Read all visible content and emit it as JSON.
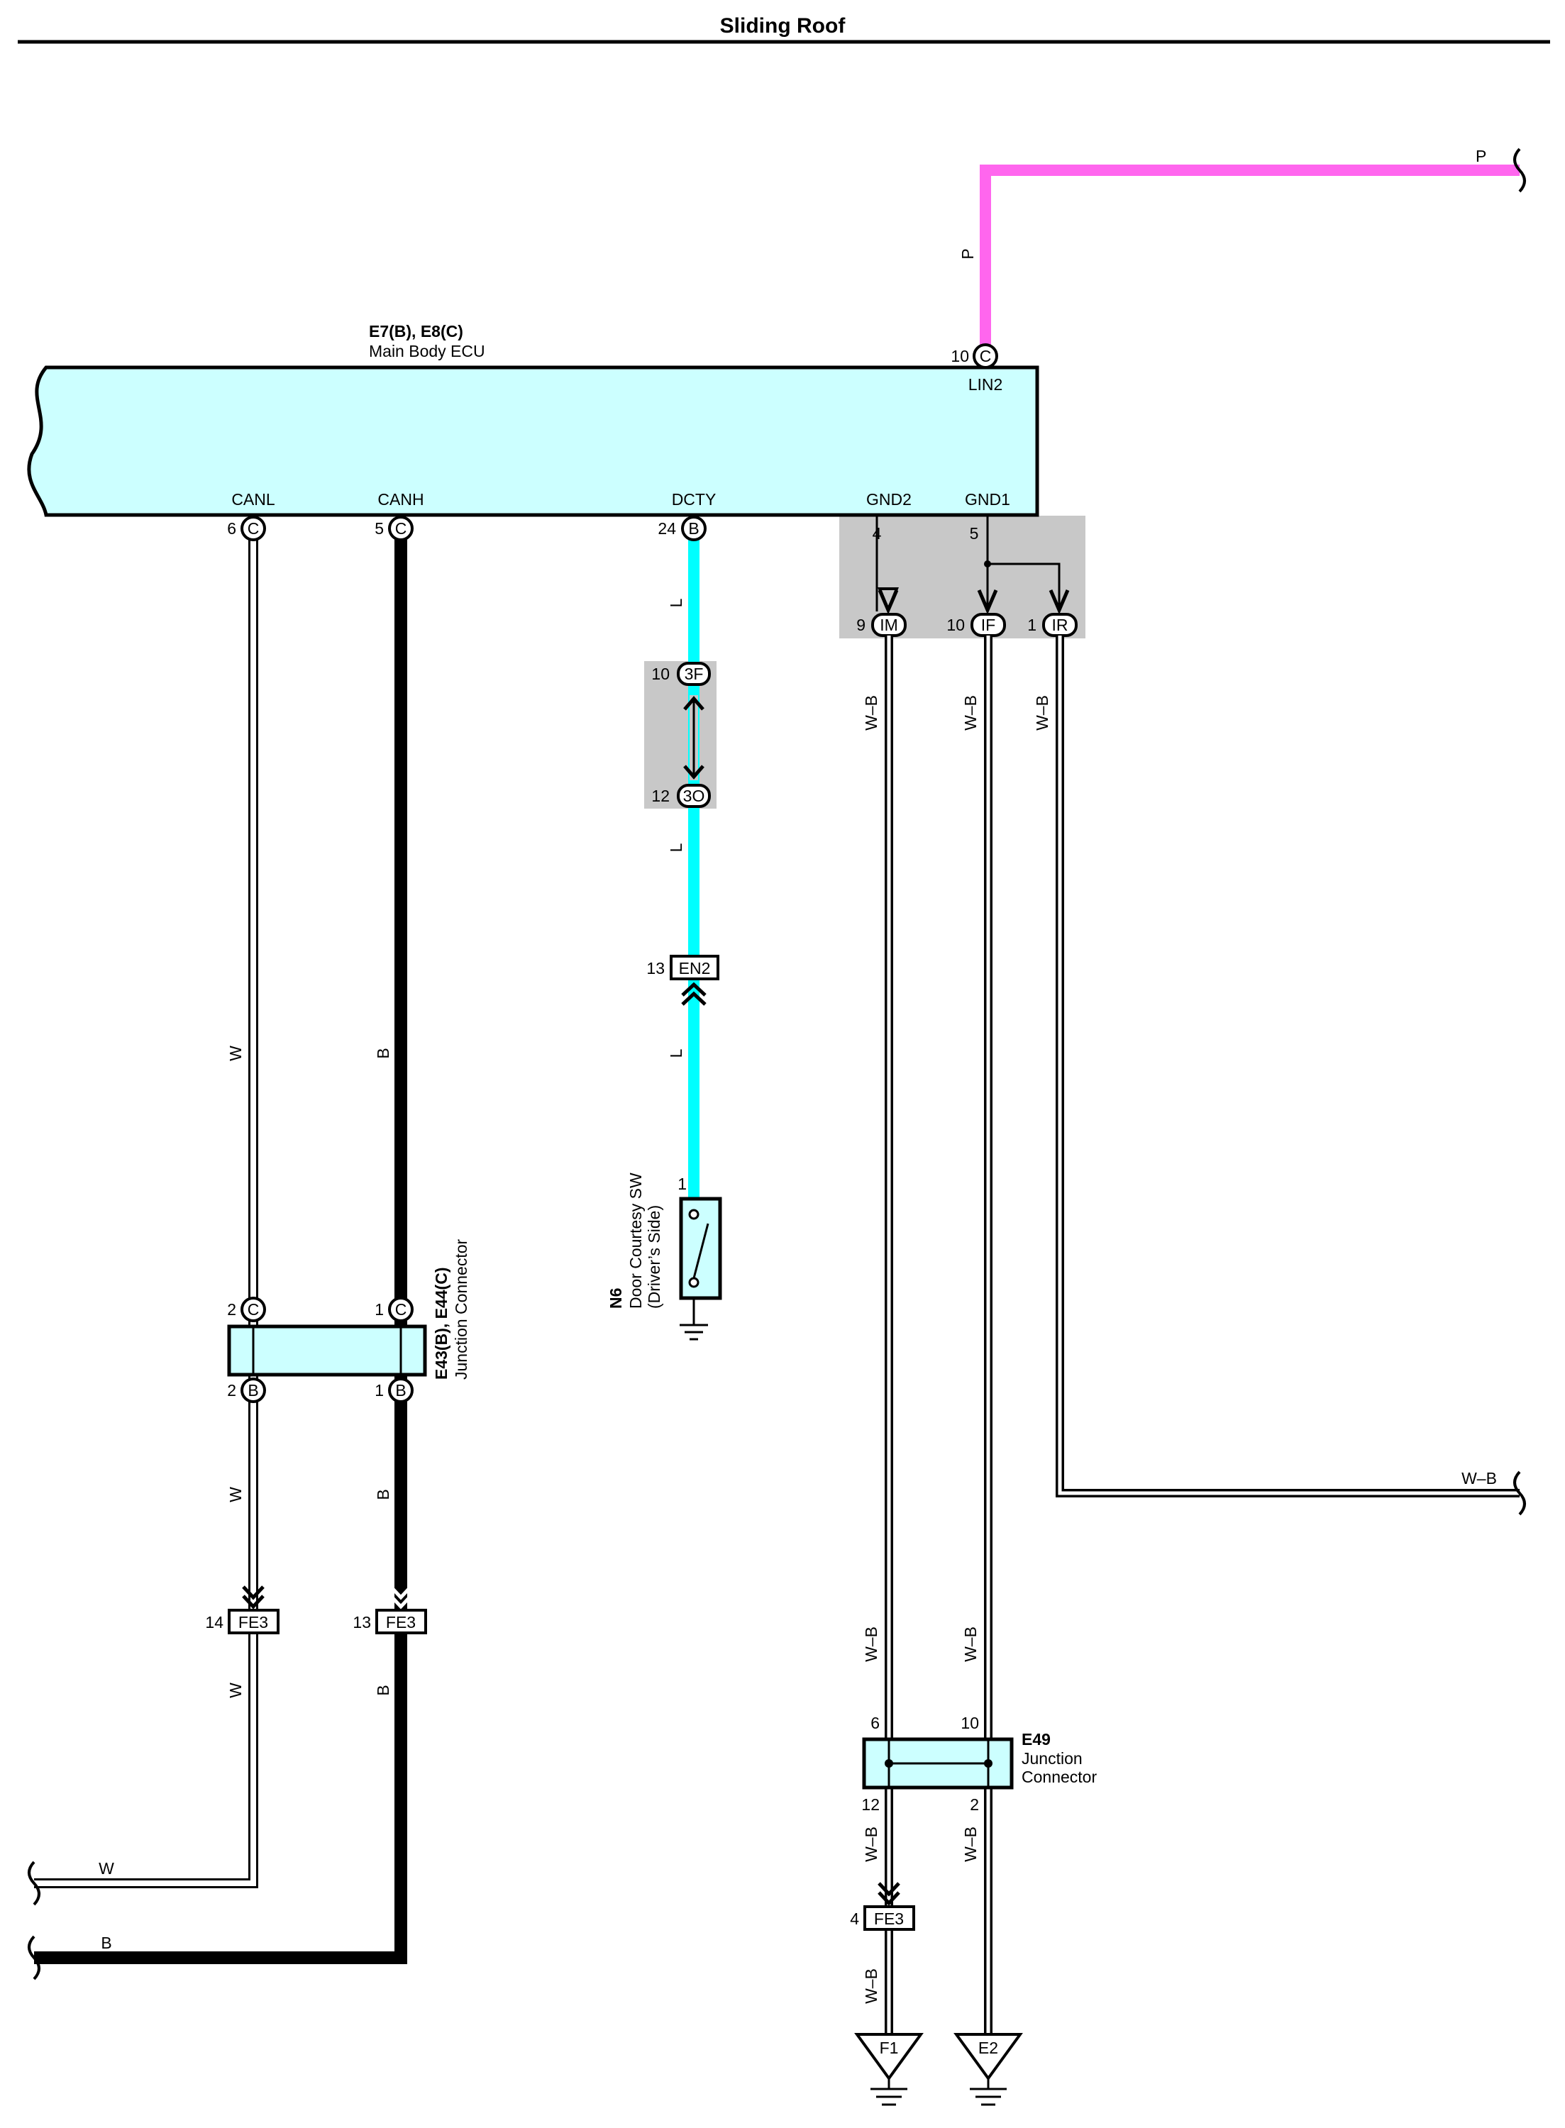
{
  "title": "Sliding Roof",
  "colors": {
    "ecu_fill": "#ccffff",
    "ecu_border": "#000000",
    "wire_pink": "#ff66ee",
    "wire_blue": "#00ffff",
    "wire_black": "#000000",
    "wire_white": "#ffffff",
    "ground_box": "#c8c8c8"
  },
  "ecu": {
    "code": "E7(B), E8(C)",
    "name": "Main Body ECU",
    "lin_pin": "10",
    "lin_conn": "C",
    "lin_label": "LIN2",
    "pins": [
      {
        "label": "CANL",
        "num": "6",
        "conn": "C"
      },
      {
        "label": "CANH",
        "num": "5",
        "conn": "C"
      },
      {
        "label": "DCTY",
        "num": "24",
        "conn": "B"
      },
      {
        "label": "GND2",
        "num": "4"
      },
      {
        "label": "GND1",
        "num": "5"
      }
    ]
  },
  "wire_labels": {
    "pink_vertical": "P",
    "pink_horizontal": "P",
    "canl": "W",
    "canl_mid": "W",
    "canl_low": "W",
    "canl_end": "W",
    "canh": "B",
    "canh_mid": "B",
    "canh_low": "B",
    "canh_end": "B",
    "dcty_1": "L",
    "dcty_2": "L",
    "dcty_3": "L",
    "im": "W–B",
    "if": "W–B",
    "ir": "W–B",
    "ir_end": "W–B",
    "im_low": "W–B",
    "if_low": "W–B",
    "im_below_jc": "W–B",
    "if_below_jc": "W–B",
    "im_bottom": "W–B"
  },
  "ground_connectors": [
    {
      "num": "9",
      "code": "IM"
    },
    {
      "num": "10",
      "code": "IF"
    },
    {
      "num": "1",
      "code": "IR"
    }
  ],
  "dcty_connectors": [
    {
      "num": "10",
      "code": "3F"
    },
    {
      "num": "12",
      "code": "3O"
    }
  ],
  "en2": {
    "num": "13",
    "code": "EN2"
  },
  "door_switch": {
    "pin": "1",
    "code": "N6",
    "name_1": "Door Courtesy SW",
    "name_2": "(Driver’s Side)"
  },
  "junction_e43": {
    "code": "E43(B), E44(C)",
    "name": "Junction Connector",
    "top_left_num": "2",
    "top_left_conn": "C",
    "top_right_num": "1",
    "top_right_conn": "C",
    "bottom_left_num": "2",
    "bottom_left_conn": "B",
    "bottom_right_num": "1",
    "bottom_right_conn": "B"
  },
  "fe3_left": {
    "num": "14",
    "code": "FE3"
  },
  "fe3_right": {
    "num": "13",
    "code": "FE3"
  },
  "junction_e49": {
    "code": "E49",
    "name_1": "Junction",
    "name_2": "Connector",
    "top_left": "6",
    "top_right": "10",
    "bottom_left": "12",
    "bottom_right": "2"
  },
  "fe3_bottom": {
    "num": "4",
    "code": "FE3"
  },
  "grounds": [
    {
      "code": "F1"
    },
    {
      "code": "E2"
    }
  ]
}
